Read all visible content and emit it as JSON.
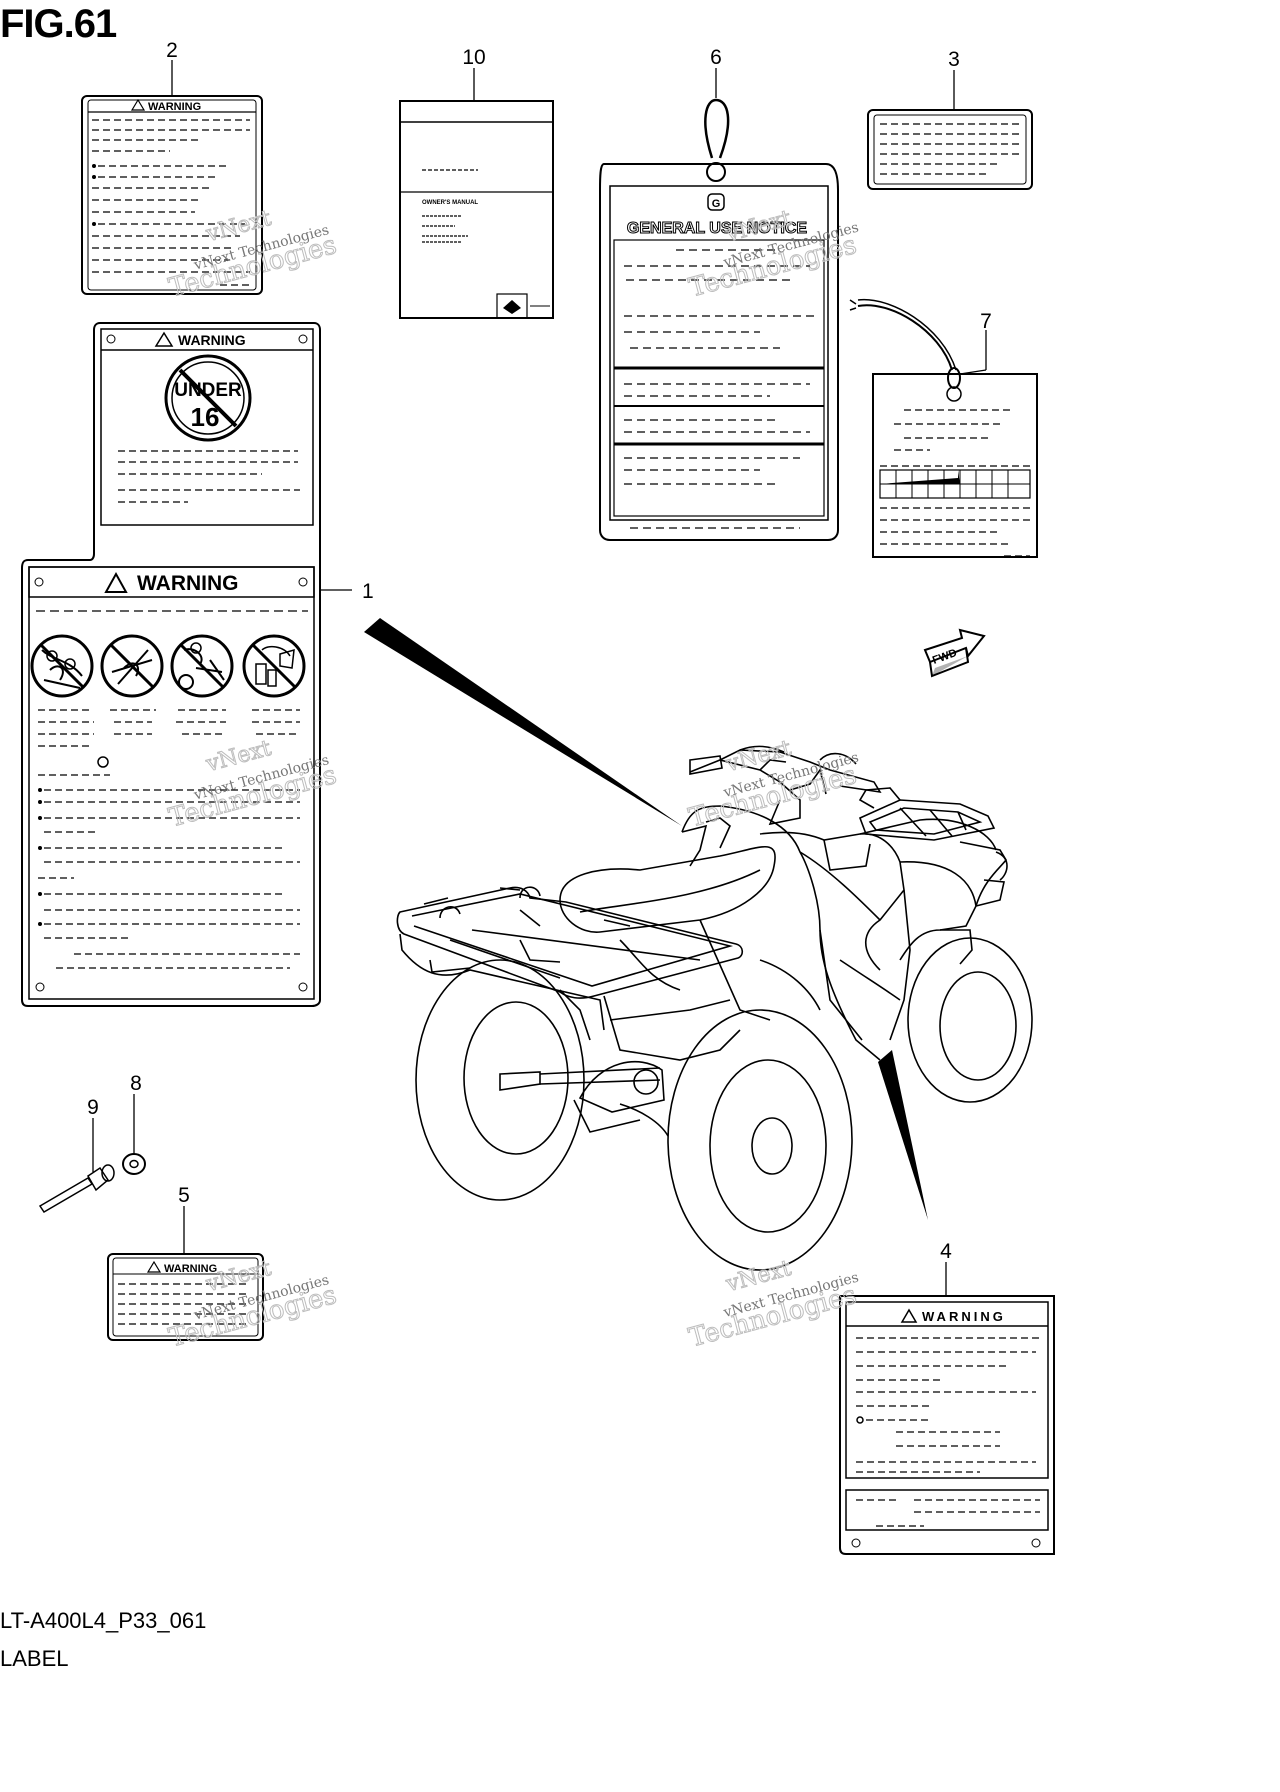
{
  "figure": {
    "title": "FIG.61",
    "model_code": "LT-A400L4_P33_061",
    "caption": "LABEL"
  },
  "callouts": {
    "c1": "1",
    "c2": "2",
    "c3": "3",
    "c4": "4",
    "c5": "5",
    "c6": "6",
    "c7": "7",
    "c8": "8",
    "c9": "9",
    "c10": "10"
  },
  "labels": {
    "warning_small": "WARNING",
    "warning_large": "WARNING",
    "warning_spaced": "WARNING",
    "under": "UNDER",
    "age": "16",
    "owners_manual": "OWNER'S MANUAL",
    "general_use_notice": "GENERAL USE NOTICE",
    "tag_letter": "G",
    "fwd": "FWD"
  },
  "watermark": {
    "line1": "vNext",
    "line2": "Technologies",
    "full": "vNext Technologies"
  }
}
